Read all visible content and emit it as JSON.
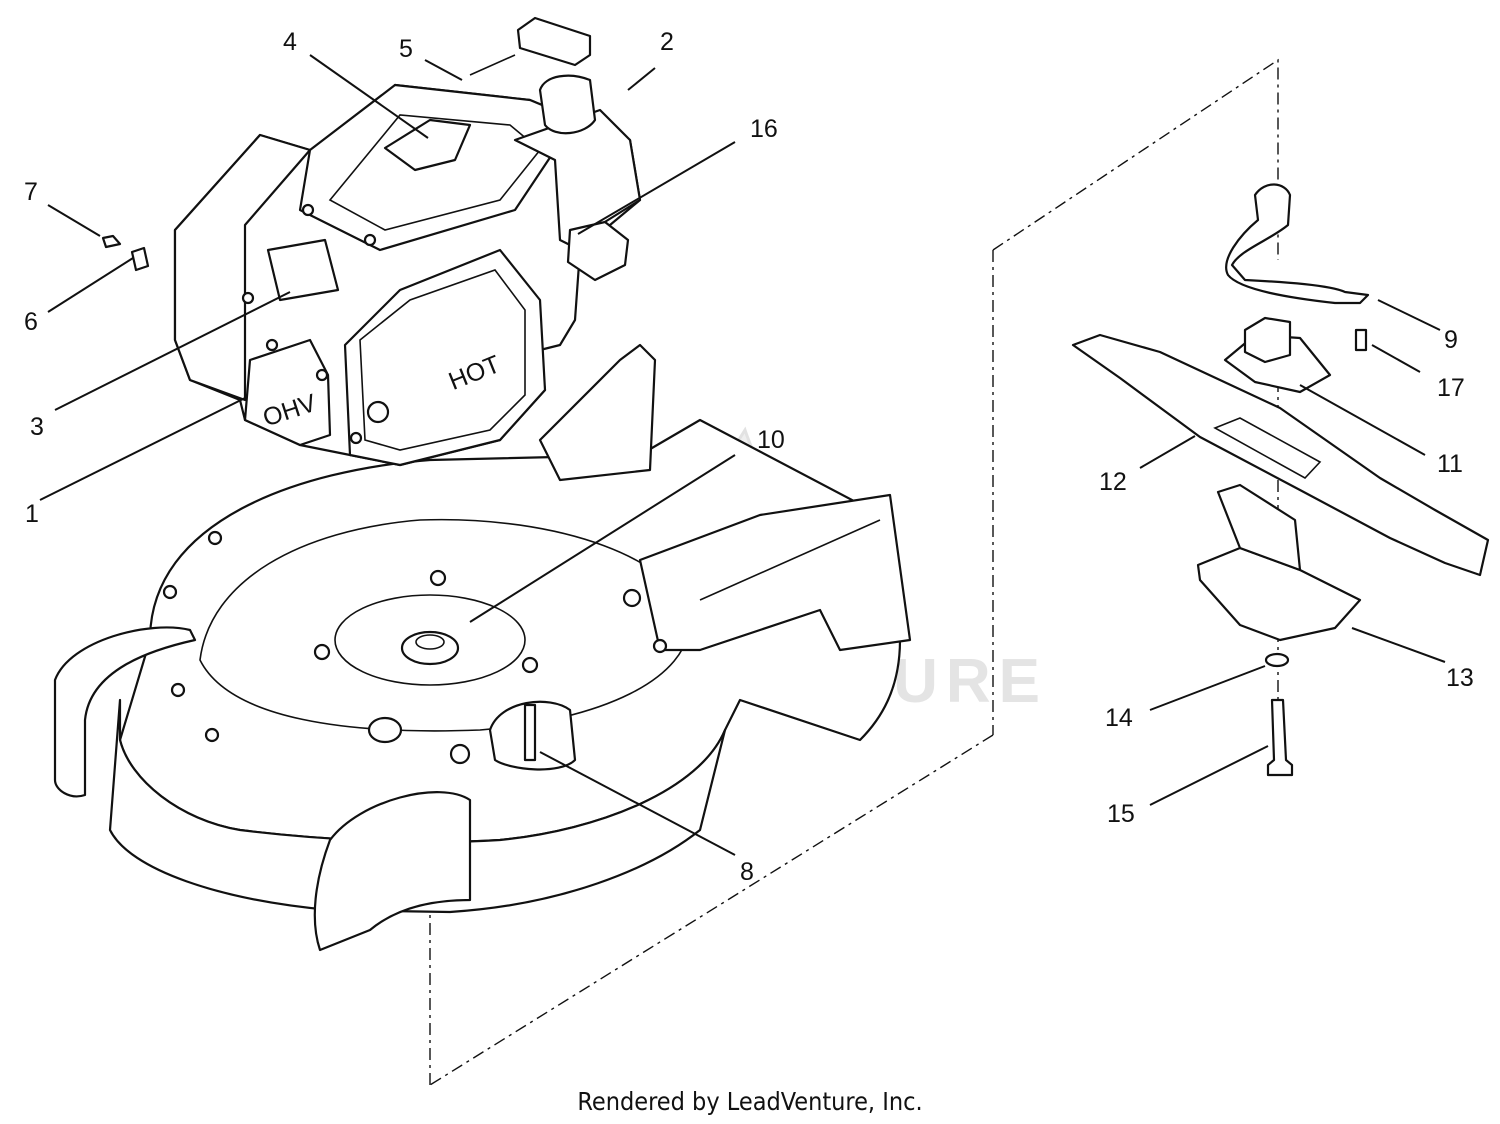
{
  "watermark": "LEADVENTURE",
  "footer": "Rendered by LeadVenture, Inc.",
  "engine_labels": {
    "ohv": "OHV",
    "hot": "HOT"
  },
  "callouts": [
    {
      "id": "1",
      "label": "1"
    },
    {
      "id": "2",
      "label": "2"
    },
    {
      "id": "3",
      "label": "3"
    },
    {
      "id": "4",
      "label": "4"
    },
    {
      "id": "5",
      "label": "5"
    },
    {
      "id": "6",
      "label": "6"
    },
    {
      "id": "7",
      "label": "7"
    },
    {
      "id": "8",
      "label": "8"
    },
    {
      "id": "9",
      "label": "9"
    },
    {
      "id": "10",
      "label": "10"
    },
    {
      "id": "11",
      "label": "11"
    },
    {
      "id": "12",
      "label": "12"
    },
    {
      "id": "13",
      "label": "13"
    },
    {
      "id": "14",
      "label": "14"
    },
    {
      "id": "15",
      "label": "15"
    },
    {
      "id": "16",
      "label": "16"
    },
    {
      "id": "17",
      "label": "17"
    }
  ]
}
